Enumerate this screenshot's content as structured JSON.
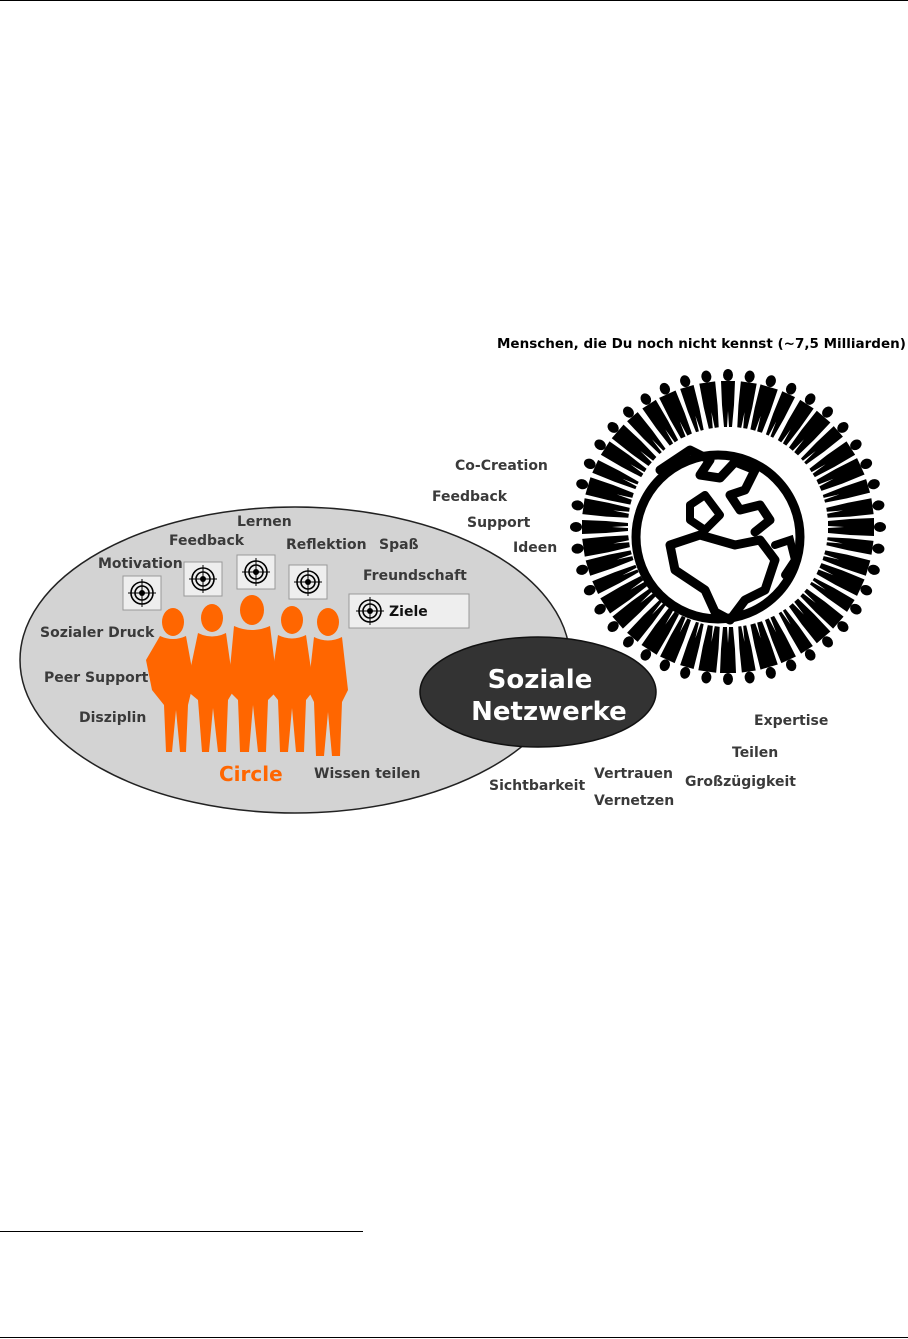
{
  "diagram": {
    "world_title": "Menschen, die Du noch nicht kennst (~7,5 Milliarden)",
    "network_terms": {
      "co_creation": "Co-Creation",
      "feedback": "Feedback",
      "support": "Support",
      "ideen": "Ideen"
    },
    "circle_terms": {
      "lernen": "Lernen",
      "feedback": "Feedback",
      "reflektion": "Reflektion",
      "spass": "Spaß",
      "motivation": "Motivation",
      "freundschaft": "Freundschaft",
      "ziele": "Ziele",
      "sozialer_druck": "Sozialer Druck",
      "peer_support": "Peer Support",
      "disziplin": "Disziplin",
      "wissen_teilen": "Wissen teilen"
    },
    "circle_label": "Circle",
    "social_networks_label": [
      "Soziale",
      "Netzwerke"
    ],
    "outer_terms": {
      "expertise": "Expertise",
      "teilen": "Teilen",
      "grosszuegigkeit": "Großzügigkeit",
      "vertrauen": "Vertrauen",
      "vernetzen": "Vernetzen",
      "sichtbarkeit": "Sichtbarkeit"
    },
    "icons": [
      "target-icon",
      "globe-icon",
      "person-silhouette-icon"
    ],
    "colors": {
      "circle_orange": "#ff6600",
      "ellipse_fill": "#d3d3d3",
      "network_fill": "#333333",
      "text_dark": "#3a3a3a"
    }
  }
}
